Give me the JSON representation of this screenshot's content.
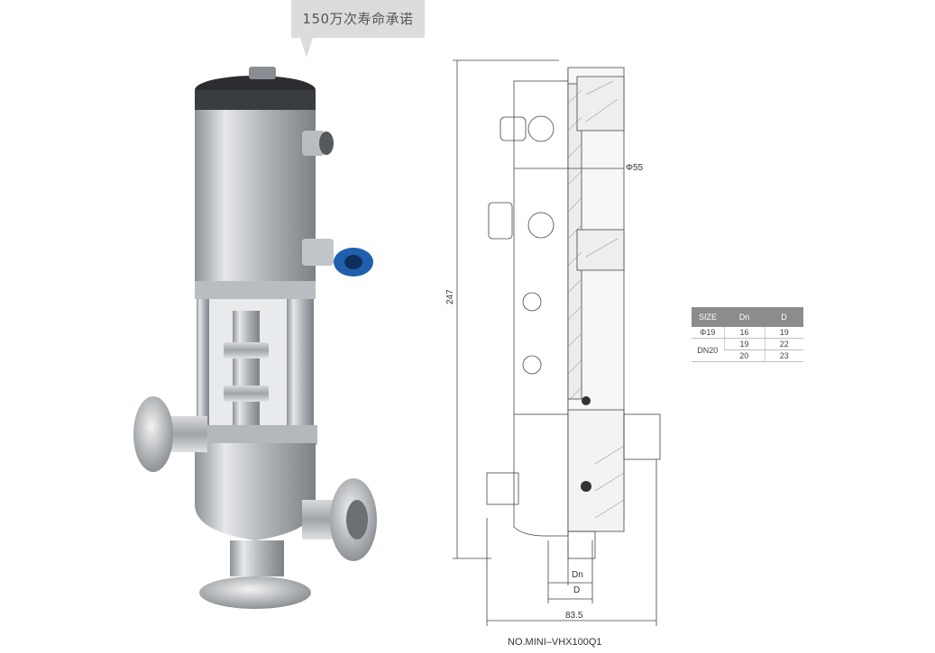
{
  "callout": {
    "text": "150万次寿命承诺"
  },
  "model_number": "NO.MINI–VHX100Q1",
  "dimensions": {
    "overall_height": "247",
    "width": "83.5",
    "cylinder_diameter": "Φ55",
    "dn_label": "Dn",
    "d_label": "D"
  },
  "spec_table": {
    "headers": [
      "SIZE",
      "Dn",
      "D"
    ],
    "rows": [
      {
        "size": "Φ19",
        "dn": "16",
        "d": "19"
      },
      {
        "size": "DN20",
        "dn": "19",
        "d": "22"
      },
      {
        "size": "",
        "dn": "20",
        "d": "23"
      }
    ]
  }
}
